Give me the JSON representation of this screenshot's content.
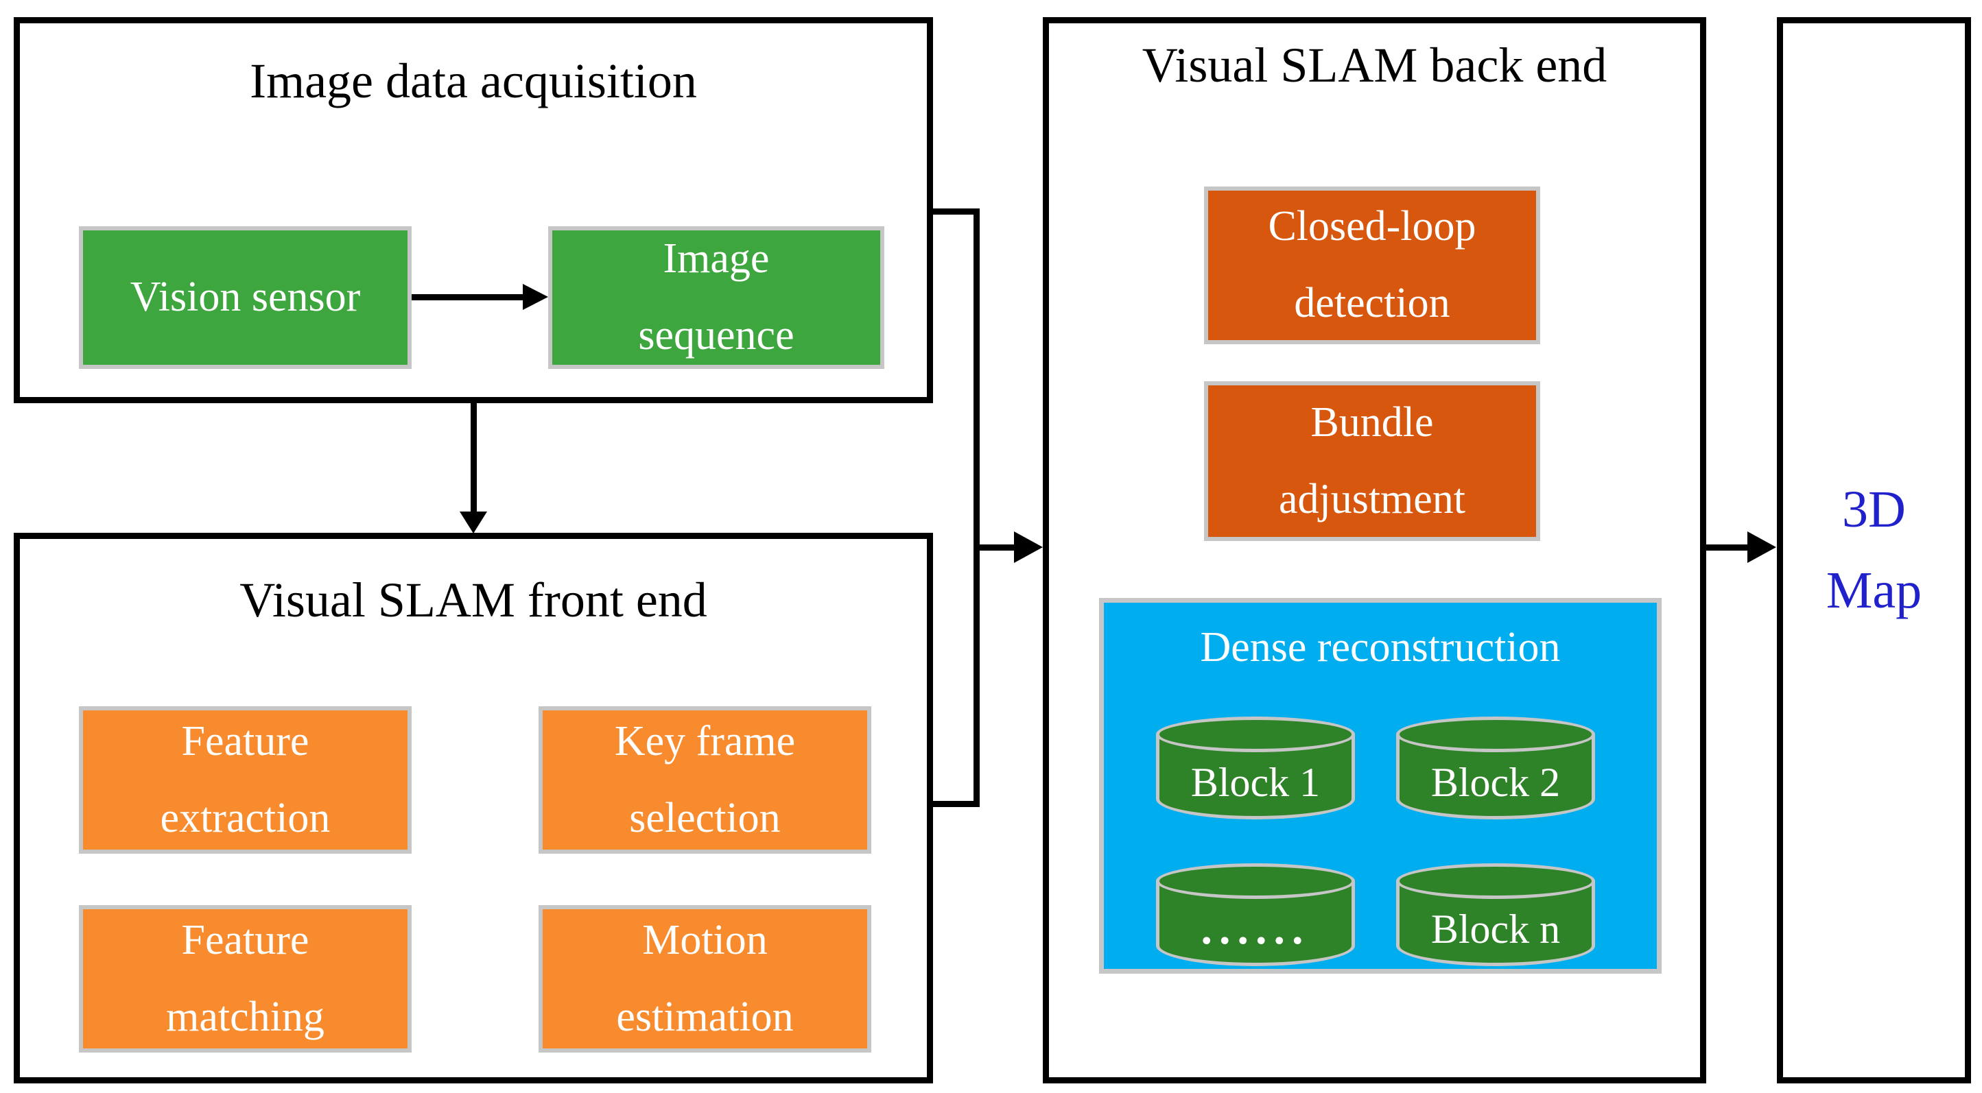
{
  "colors": {
    "stroke": "#000000",
    "inner_border": "#c6c6c6",
    "green_box": "#3ea63e",
    "orange_box": "#f78b2e",
    "rust_box": "#d8570e",
    "blue_panel": "#00aeef",
    "cylinder_green": "#2e8329",
    "white_text": "#ffffff",
    "title_text": "#000000",
    "map_text": "#2121cc",
    "background": "#ffffff"
  },
  "acquisition": {
    "title": "Image data acquisition",
    "vision_sensor_label": "Vision sensor",
    "image_sequence_label": "Image\nsequence"
  },
  "front_end": {
    "title": "Visual SLAM front end",
    "feature_extraction_label": "Feature\nextraction",
    "key_frame_selection_label": "Key frame\nselection",
    "feature_matching_label": "Feature\nmatching",
    "motion_estimation_label": "Motion\nestimation"
  },
  "back_end": {
    "title": "Visual SLAM back end",
    "closed_loop_label": "Closed-loop\ndetection",
    "bundle_adjustment_label": "Bundle\nadjustment",
    "dense_reconstruction": {
      "title": "Dense reconstruction",
      "block_1_label": "Block 1",
      "block_2_label": "Block 2",
      "ellipsis_label": "......",
      "block_n_label": "Block n"
    }
  },
  "output": {
    "map_label": "3D\nMap"
  }
}
